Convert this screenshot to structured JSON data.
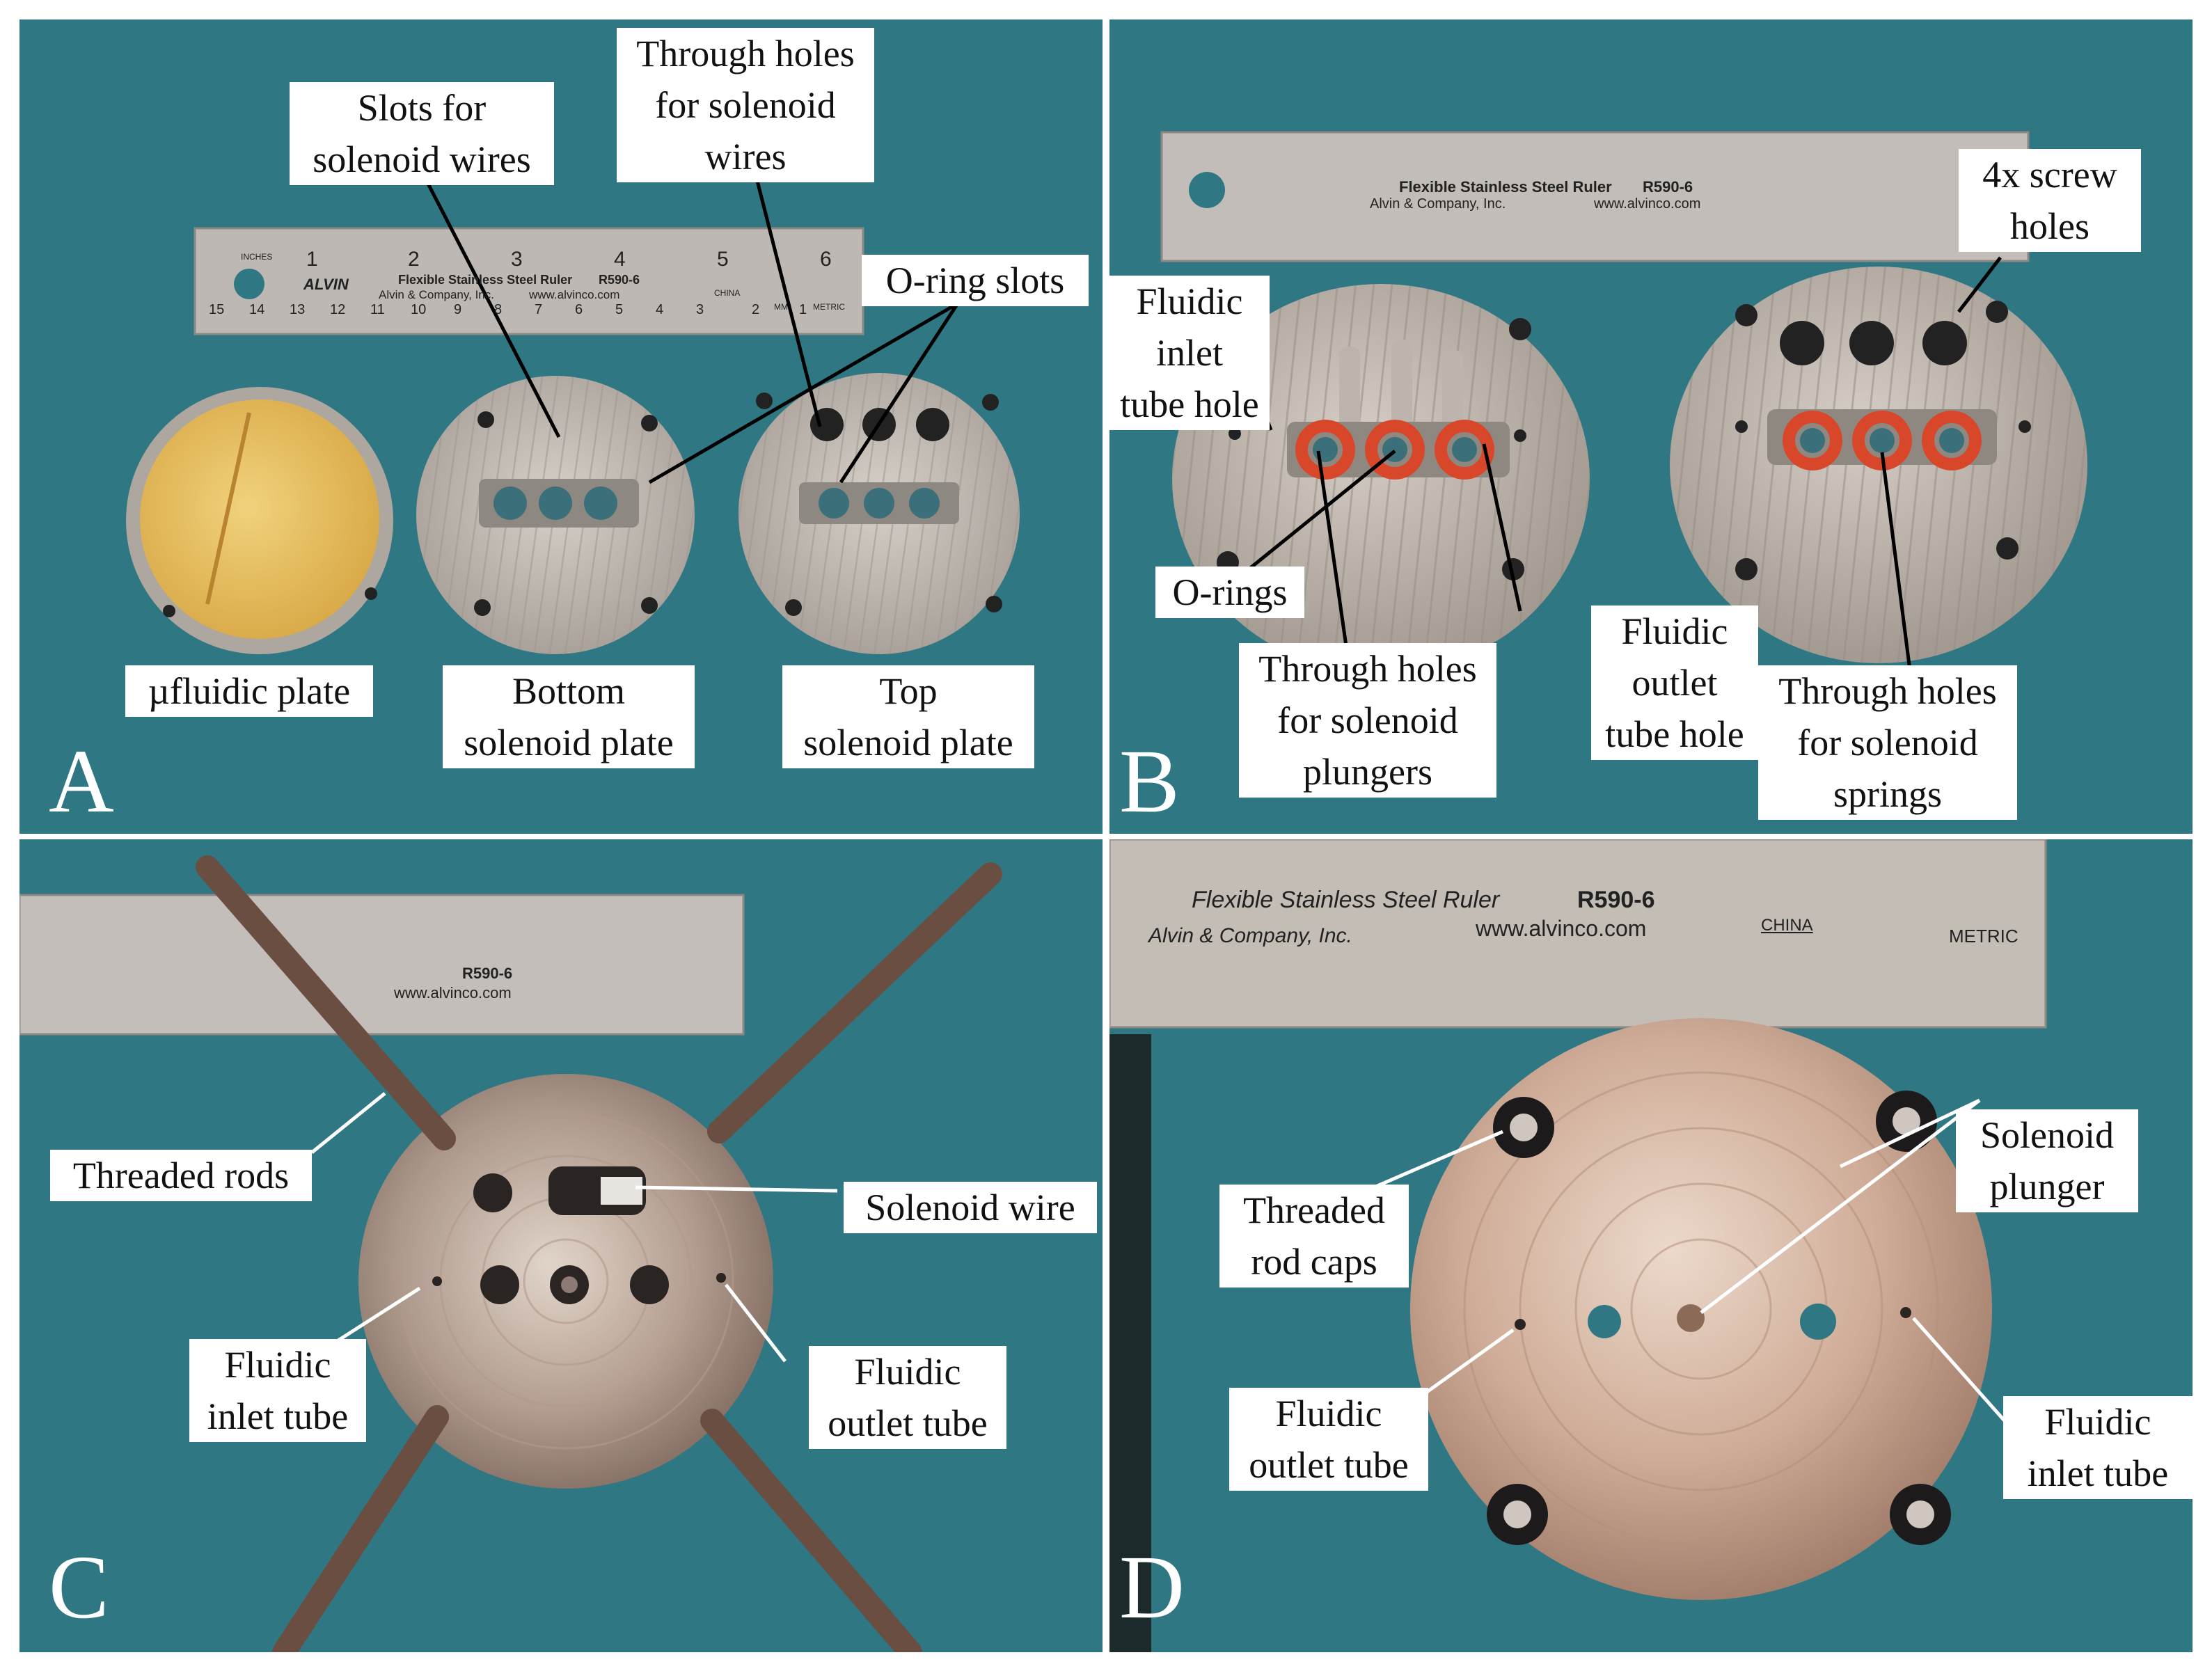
{
  "colors": {
    "background": "#2f7783",
    "aluminum": "#c4bdb6",
    "oring": "#d9472b",
    "ufluidic_gel": "#e6bf62",
    "label_bg": "#ffffff",
    "panel_letter": "#ffffff"
  },
  "ruler": {
    "brand": "ALVIN",
    "title": "Flexible Stainless Steel Ruler",
    "model": "R590-6",
    "company": "Alvin & Company, Inc.",
    "url": "www.alvinco.com",
    "origin": "CHINA",
    "metric_label": "METRIC",
    "inches_label": "INCHES",
    "mm_label": "MM",
    "inch_numbers": [
      "1",
      "2",
      "3",
      "4",
      "5",
      "6"
    ],
    "cm_numbers": [
      "15",
      "14",
      "13",
      "12",
      "11",
      "10",
      "9",
      "8",
      "7",
      "6",
      "5",
      "4",
      "3",
      "2",
      "1"
    ]
  },
  "panels": {
    "a": {
      "letter": "A",
      "labels": {
        "slots": [
          "Slots for",
          "solenoid wires"
        ],
        "through_wires": [
          "Through holes",
          "for solenoid",
          "wires"
        ],
        "oring_slots": [
          "O-ring slots"
        ],
        "ufluidic": [
          "µfluidic plate"
        ],
        "bottom": [
          "Bottom",
          "solenoid plate"
        ],
        "top": [
          "Top",
          "solenoid plate"
        ]
      }
    },
    "b": {
      "letter": "B",
      "labels": {
        "screw": [
          "4x screw",
          "holes"
        ],
        "inlet_hole": [
          "Fluidic",
          "inlet",
          "tube hole"
        ],
        "orings": [
          "O-rings"
        ],
        "plungers": [
          "Through holes",
          "for solenoid",
          "plungers"
        ],
        "outlet_hole": [
          "Fluidic",
          "outlet",
          "tube hole"
        ],
        "springs": [
          "Through holes",
          "for solenoid",
          "springs"
        ]
      }
    },
    "c": {
      "letter": "C",
      "labels": {
        "rods": [
          "Threaded rods"
        ],
        "wire": [
          "Solenoid wire"
        ],
        "inlet": [
          "Fluidic",
          "inlet tube"
        ],
        "outlet": [
          "Fluidic",
          "outlet tube"
        ]
      }
    },
    "d": {
      "letter": "D",
      "labels": {
        "caps": [
          "Threaded",
          "rod caps"
        ],
        "plunger": [
          "Solenoid",
          "plunger"
        ],
        "outlet": [
          "Fluidic",
          "outlet tube"
        ],
        "inlet": [
          "Fluidic",
          "inlet tube"
        ]
      }
    }
  }
}
